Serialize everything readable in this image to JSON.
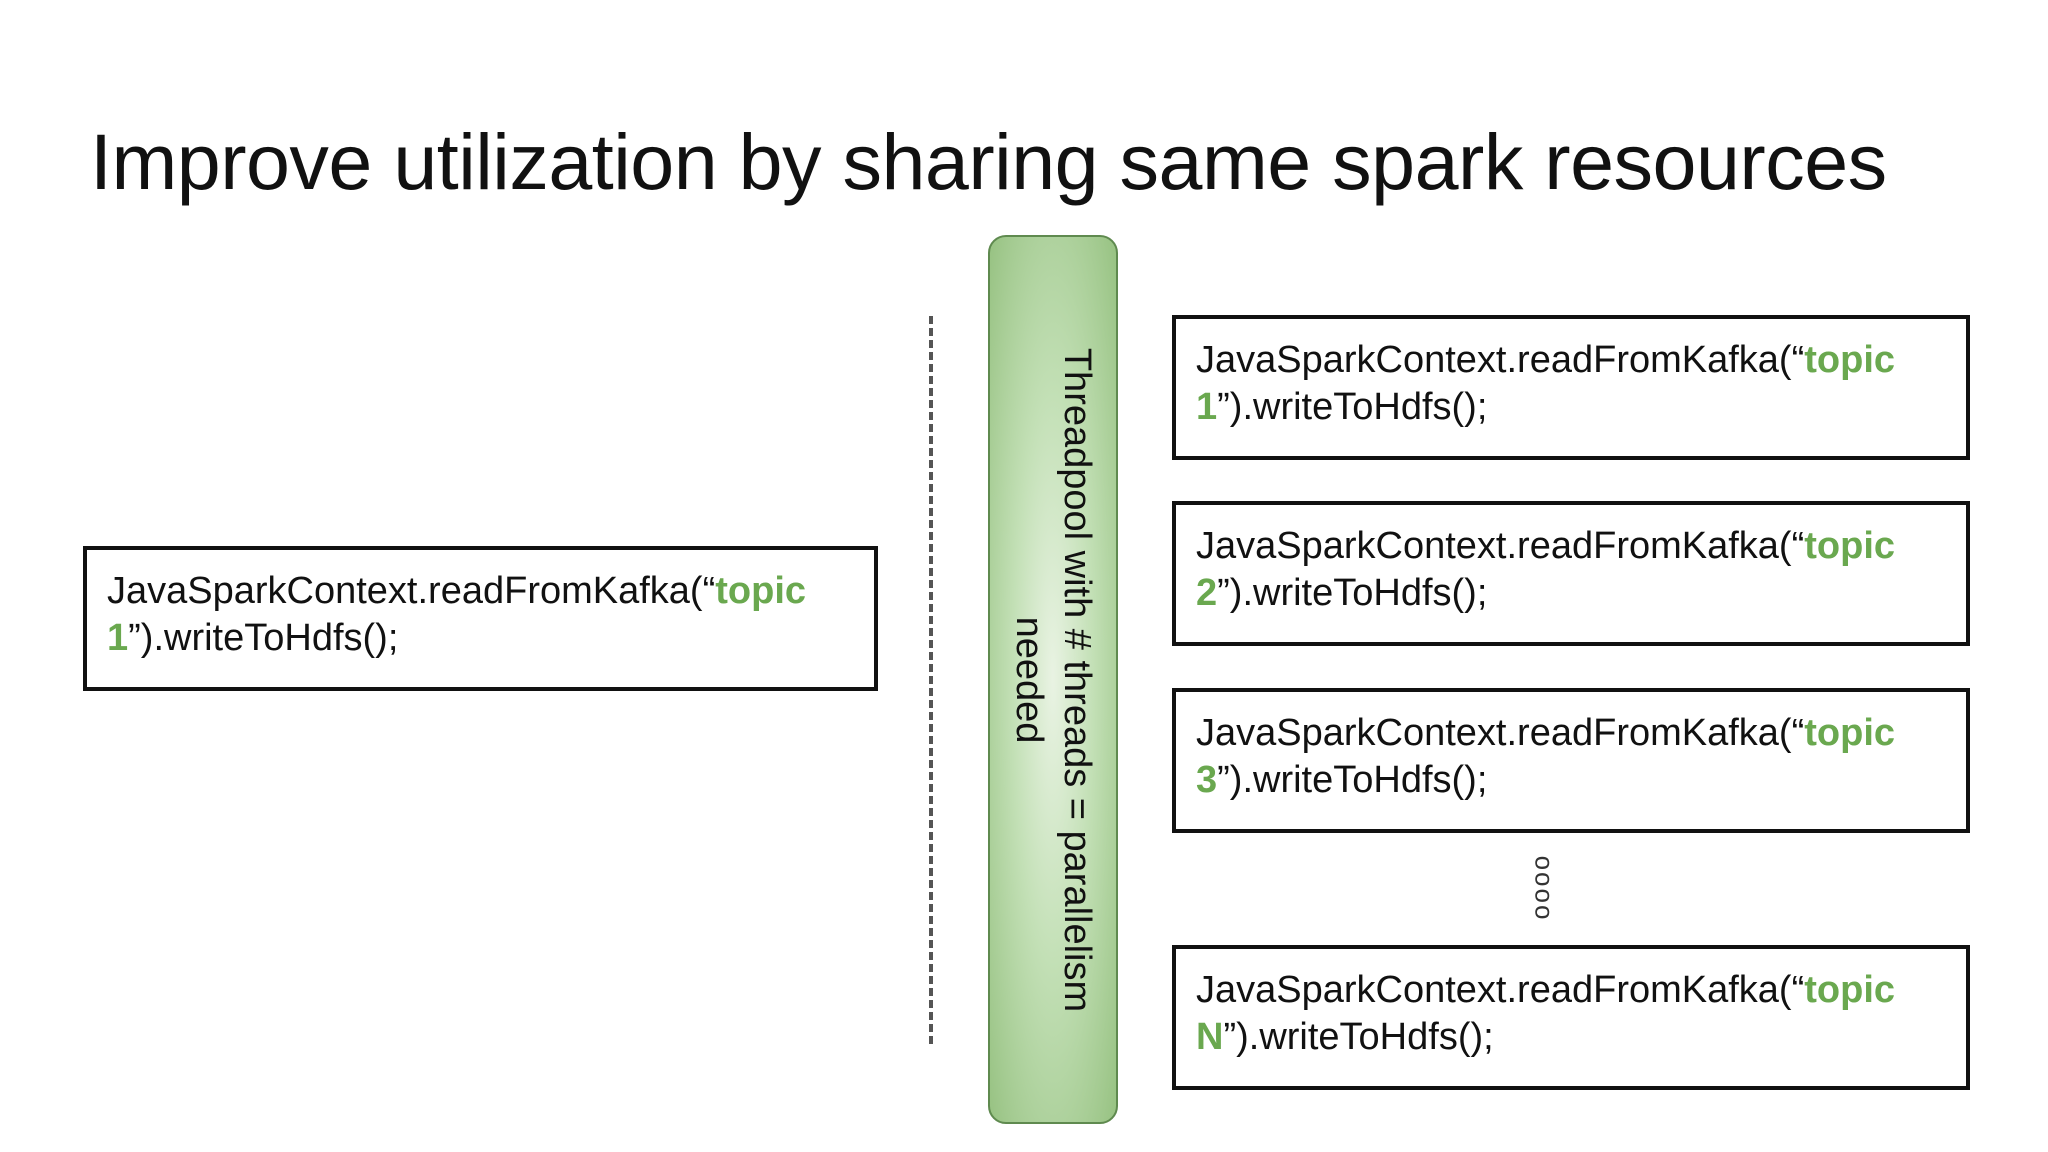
{
  "title": "Improve utilization by sharing same spark resources",
  "left_box": {
    "prefix": "JavaSparkContext.readFromKafka(“",
    "topic_word": "topic",
    "topic_id": "1",
    "suffix": "”).writeToHdfs();"
  },
  "threadpool": {
    "label": "Threadpool with # threads = parallelism needed"
  },
  "right_boxes": [
    {
      "prefix": "JavaSparkContext.readFromKafka(“",
      "topic_word": "topic",
      "topic_id": "1",
      "suffix": "”).writeToHdfs();"
    },
    {
      "prefix": "JavaSparkContext.readFromKafka(“",
      "topic_word": "topic",
      "topic_id": "2",
      "suffix": "”).writeToHdfs();"
    },
    {
      "prefix": "JavaSparkContext.readFromKafka(“",
      "topic_word": "topic",
      "topic_id": "3",
      "suffix": "”).writeToHdfs();"
    },
    {
      "prefix": "JavaSparkContext.readFromKafka(“",
      "topic_word": "topic",
      "topic_id": "N",
      "suffix": "”).writeToHdfs();"
    }
  ],
  "ellipsis": "oooo",
  "colors": {
    "highlight": "#6aa84f",
    "threadpool_fill": "#97c282",
    "border": "#111111"
  }
}
